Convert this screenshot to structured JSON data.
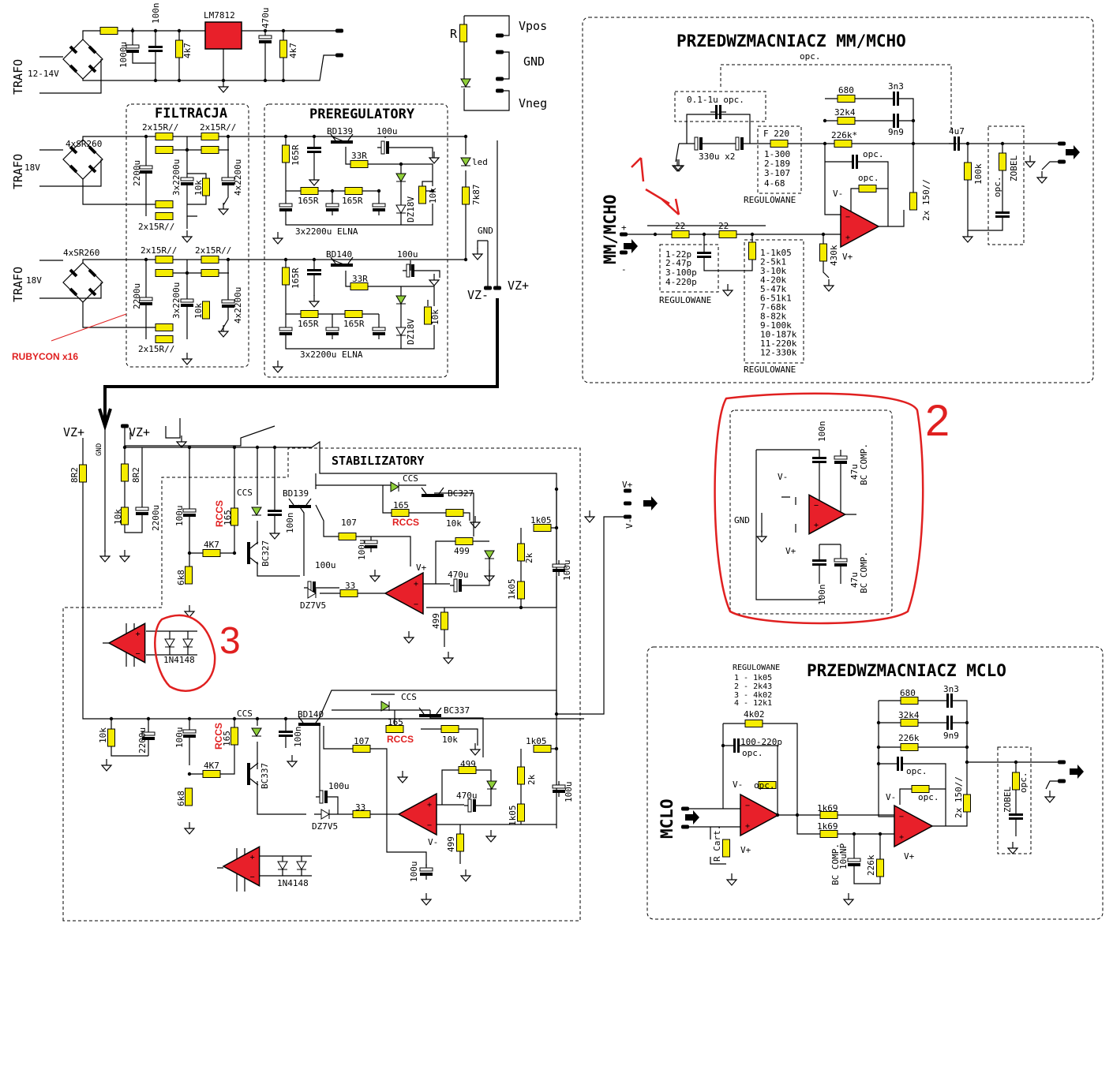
{
  "colors": {
    "opamp": "#e8202a",
    "resistor": "#f5ec00",
    "led": "#8fcf3a",
    "annotation": "#e02020",
    "wire": "#000000"
  },
  "power_supply": {
    "trafo": "TRAFO",
    "voltage": "12-14V",
    "c1": "1000u",
    "c2": "100n",
    "r1": "4k7",
    "regulator": "LM7812",
    "c3": "470u",
    "r2": "4k7"
  },
  "connector": {
    "r": "R",
    "vpos": "Vpos",
    "gnd": "GND",
    "vneg": "Vneg"
  },
  "filtracja": {
    "title": "FILTRACJA",
    "trafo": "TRAFO",
    "v": "18V",
    "bridge": "4xSR260",
    "r": "2x15R//",
    "c1": "2200u",
    "c2": "3x2200u",
    "r10k": "10k",
    "c3": "4x2200u",
    "rubycon": "RUBYCON x16"
  },
  "preregulatory": {
    "title": "PREREGULATORY",
    "q_pos": "BD139",
    "q_neg": "BD140",
    "c100u": "100u",
    "r33": "33R",
    "r165": "165R",
    "r10k": "10k",
    "zener": "DZ18V",
    "caps": "3x2200u ELNA",
    "led": "led",
    "r7k87": "7k87",
    "gnd": "GND",
    "vz_minus": "VZ-",
    "vz_plus": "VZ+"
  },
  "mm_mcho": {
    "title": "PRZEDWZMACNIACZ MM/MCHO",
    "input_label": "MM/MCHO",
    "opc": "opc.",
    "c_opt": "0.1-1u opc.",
    "c_in": "330u x2",
    "f220": "F 220",
    "f_list": [
      "1-300",
      "2-189",
      "3-107",
      "4-68"
    ],
    "regulowane": "REGULOWANE",
    "r680": "680",
    "c3n3": "3n3",
    "r32k4": "32k4",
    "c9n9": "9n9",
    "r226k": "226k*",
    "c4u7": "4u7",
    "v_minus": "V-",
    "v_plus": "V+",
    "r150": "2x 150//",
    "r100k": "100k",
    "zobel": "ZOBEL",
    "r22": "22",
    "c_list": [
      "1-22p",
      "2-47p",
      "3-100p",
      "4-220p"
    ],
    "r_list": [
      "1-1k05",
      "2-5k1",
      "3-10k",
      "4-20k",
      "5-47k",
      "6-51k1",
      "7-68k",
      "8-82k",
      "9-100k",
      "10-187k",
      "11-220k",
      "12-330k"
    ],
    "r430k": "430k",
    "plus": "+",
    "minus": "-"
  },
  "stabilizatory": {
    "title": "STABILIZATORY",
    "vz_plus": "VZ+",
    "gnd": "GND",
    "r8r2": "8R2",
    "r10k": "10k",
    "c2200u": "2200u",
    "c100u": "100u",
    "rccs": "RCCS",
    "r165": "165",
    "ccs": "CCS",
    "c100n": "100n",
    "bd139": "BD139",
    "bd140": "BD140",
    "r4k7": "4K7",
    "bc327": "BC327",
    "bc337": "BC337",
    "r6k8": "6k8",
    "r107": "107",
    "zener": "DZ7V5",
    "r33": "33",
    "v_plus": "V+",
    "v_minus": "V-",
    "r499": "499",
    "c470u": "470u",
    "r1k05": "1k05",
    "pot2k": "2k",
    "diodes": "1N4148"
  },
  "bc_comp": {
    "c100n": "100n",
    "c47u": "47u",
    "bc": "BC COMP.",
    "v_minus": "V-",
    "v_plus": "V+",
    "gnd": "GND"
  },
  "mclo": {
    "title": "PRZEDWZMACNIACZ MCLO",
    "input_label": "MCLO",
    "regulowane": "REGULOWANE",
    "list": [
      "1 - 1k05",
      "2 - 2k43",
      "3 - 4k02",
      "4 - 12k1"
    ],
    "r4k02": "4k02",
    "c_opt": "100-220p",
    "opc": "opc.",
    "v_minus": "V-",
    "v_plus": "V+",
    "rcart": "R Cart.",
    "r1k69": "1k69",
    "bc": "BC COMP.",
    "c10u": "10uNP",
    "r226k": "226k",
    "r680": "680",
    "c3n3": "3n3",
    "r32k4": "32k4",
    "c9n9": "9n9",
    "r150": "2x 150//",
    "zobel": "ZOBEL"
  },
  "annotations": {
    "n1": "1",
    "n2": "2",
    "n3": "3"
  }
}
